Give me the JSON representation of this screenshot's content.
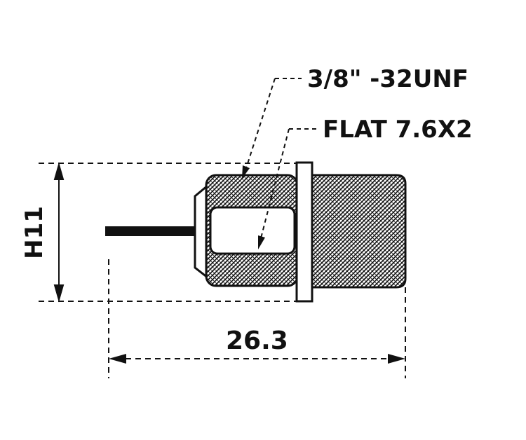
{
  "labels": {
    "thread": "3/8\" -32UNF",
    "flat": "FLAT 7.6X2",
    "height": "H11",
    "length": "26.3"
  }
}
